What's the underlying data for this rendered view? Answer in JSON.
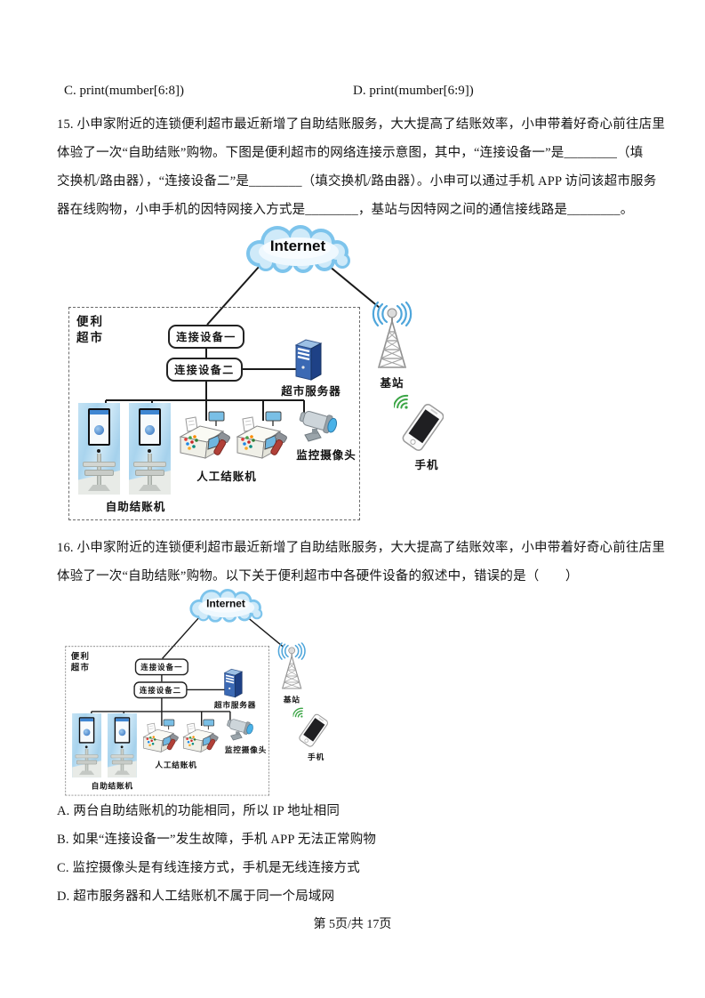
{
  "prev_question_options": {
    "c": "C. print(mumber[6:8])",
    "d": "D. print(mumber[6:9])"
  },
  "question15": {
    "lines": [
      "15. 小申家附近的连锁便利超市最近新增了自助结账服务，大大提高了结账效率，小申带着好奇心前往店里",
      "体验了一次“自助结账”购物。下图是便利超市的网络连接示意图，其中，“连接设备一”是________（填",
      "交换机/路由器），“连接设备二”是________（填交换机/路由器）。小申可以通过手机 APP 访问该超市服务",
      "器在线购物，小申手机的因特网接入方式是________，基站与因特网之间的通信接线路是________。"
    ]
  },
  "question16": {
    "lines": [
      "16. 小申家附近的连锁便利超市最近新增了自助结账服务，大大提高了结账效率，小申带着好奇心前往店里",
      "体验了一次“自助结账”购物。以下关于便利超市中各硬件设备的叙述中，错误的是（　　）"
    ],
    "options": [
      "A. 两台自助结账机的功能相同，所以 IP 地址相同",
      "B. 如果“连接设备一”发生故障，手机 APP 无法正常购物",
      "C. 监控摄像头是有线连接方式，手机是无线连接方式",
      "D. 超市服务器和人工结账机不属于同一个局域网"
    ]
  },
  "diagram": {
    "internet": "Internet",
    "store_line1": "便利",
    "store_line2": "超市",
    "device1": "连接设备一",
    "device2": "连接设备二",
    "server": "超市服务器",
    "base_station": "基站",
    "phone": "手机",
    "manual_checkout": "人工结账机",
    "camera": "监控摄像头",
    "self_checkout": "自助结账机"
  },
  "footer": {
    "page_indicator": "第 5页/共 17页"
  },
  "colors": {
    "cloud_rim": "#7dc4ec",
    "cloud_core": "#eef8fe",
    "wire": "#1a1a1a",
    "signal_blue": "#4fa6db",
    "wifi_green": "#3ba545",
    "server_blue": "#3b69b4",
    "scanner_red": "#b14038",
    "kiosk_panel": "#a9d4ee"
  }
}
